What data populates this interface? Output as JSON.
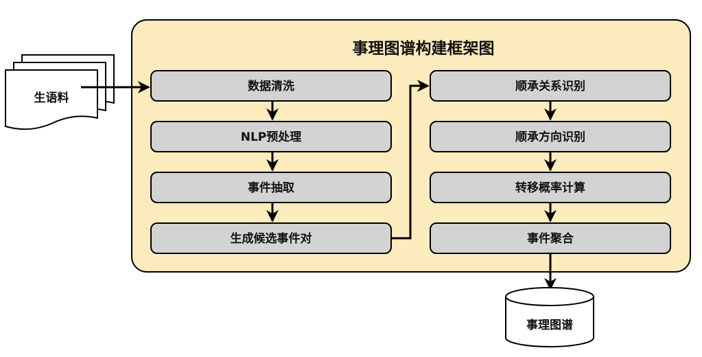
{
  "title": "事理图谱构建框架图",
  "input": {
    "label": "生语料"
  },
  "left_column": [
    {
      "label": "数据清洗"
    },
    {
      "label": "NLP预处理"
    },
    {
      "label": "事件抽取"
    },
    {
      "label": "生成候选事件对"
    }
  ],
  "right_column": [
    {
      "label": "顺承关系识别"
    },
    {
      "label": "顺承方向识别"
    },
    {
      "label": "转移概率计算"
    },
    {
      "label": "事件聚合"
    }
  ],
  "output": {
    "label": "事理图谱"
  },
  "colors": {
    "frame_fill": "#fcebbd",
    "box_fill": "#d3d3d3",
    "stroke": "#000000"
  }
}
